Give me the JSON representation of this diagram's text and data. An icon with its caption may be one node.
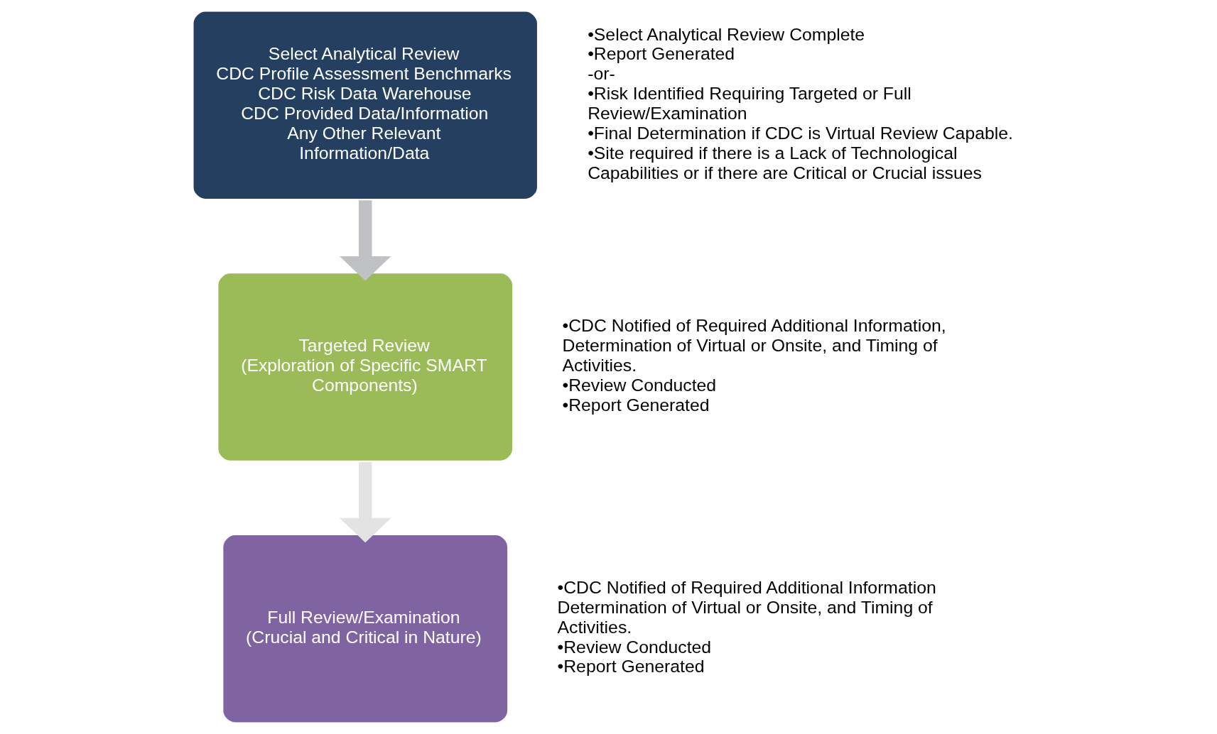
{
  "diagram": {
    "nodes": [
      {
        "text": [
          "Select Analytical Review",
          "CDC Profile Assessment Benchmarks",
          "CDC Risk Data Warehouse",
          "CDC Provided Data/Information",
          "Any Other Relevant Information/Data"
        ],
        "beside": [
          "•Select Analytical Review Complete",
          "•Report Generated",
          "-or-",
          "•Risk Identified Requiring Targeted or Full Review/Examination",
          "•Final Determination if CDC is Virtual Review Capable.",
          "•Site required if there is a Lack of Technological Capabilities or if there are Critical or Crucial issues"
        ]
      },
      {
        "text": [
          "Targeted Review",
          "(Exploration of Specific SMART Components)"
        ],
        "beside": [
          "•CDC Notified of Required Additional Information, Determination of Virtual or Onsite, and Timing of Activities.",
          "•Review Conducted",
          "•Report Generated"
        ]
      },
      {
        "text": [
          "Full Review/Examination",
          "(Crucial and Critical in Nature)"
        ],
        "beside": [
          "•CDC Notified of Required Additional Information Determination of Virtual or Onsite, and Timing of Activities.",
          "•Review Conducted",
          "•Report Generated"
        ]
      }
    ],
    "edges": [
      {
        "from": 0,
        "to": 1,
        "arrow": "to",
        "color": "#bfc1c4"
      },
      {
        "from": 1,
        "to": 2,
        "arrow": "to",
        "color": "#e3e3e3"
      }
    ]
  }
}
